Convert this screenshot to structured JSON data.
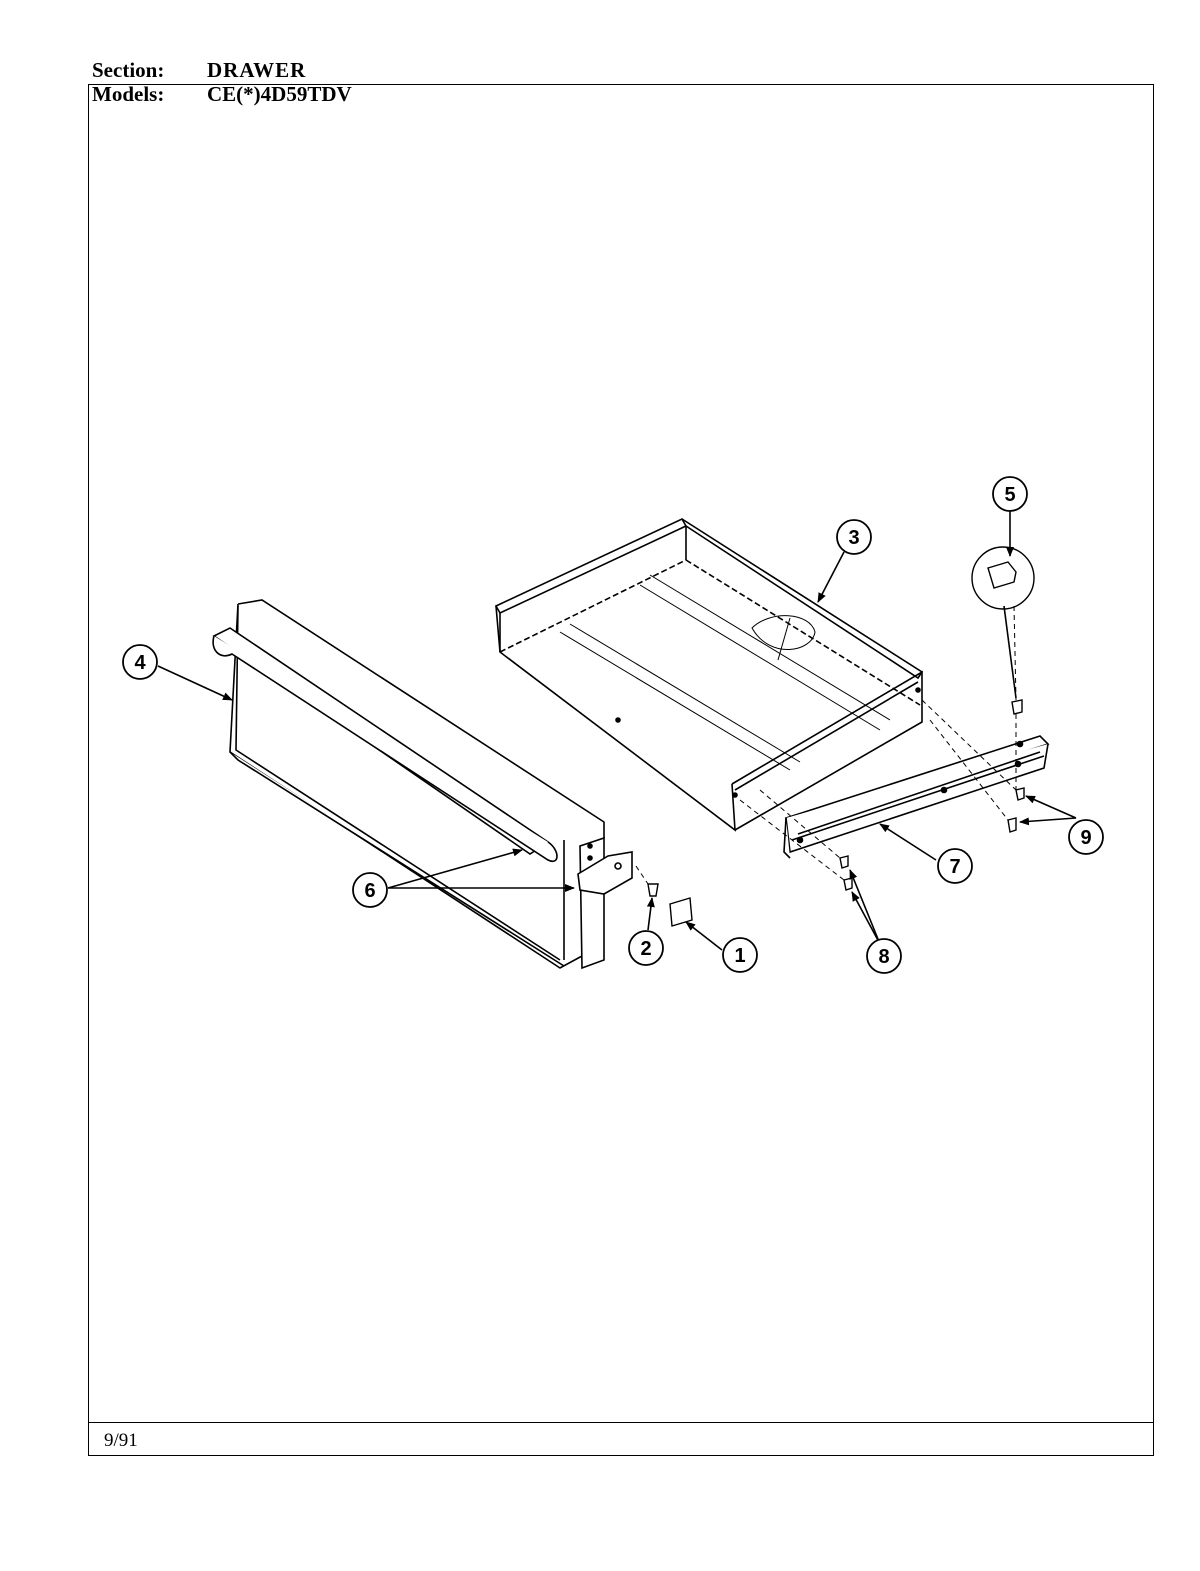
{
  "header": {
    "section_label": "Section:",
    "section_value": "DRAWER",
    "models_label": "Models:",
    "models_value": "CE(*)4D59TDV"
  },
  "footer": {
    "date": "9/91"
  },
  "callouts": {
    "c1": "1",
    "c2": "2",
    "c3": "3",
    "c4": "4",
    "c5": "5",
    "c6": "6",
    "c7": "7",
    "c8": "8",
    "c9": "9"
  }
}
